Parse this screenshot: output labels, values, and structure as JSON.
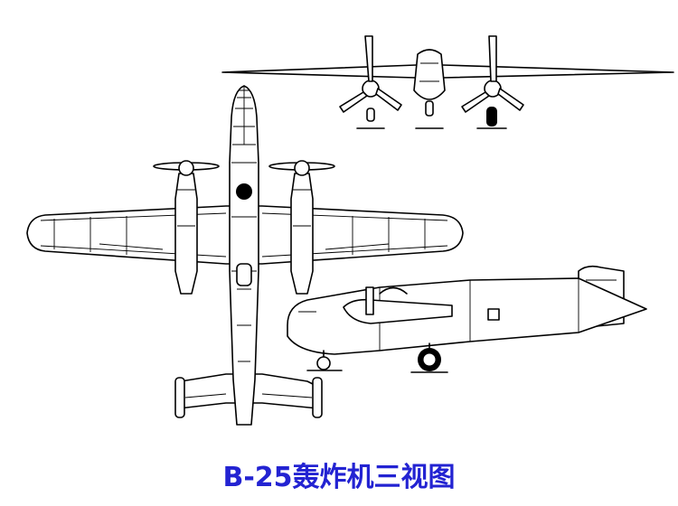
{
  "caption": "B-25轰炸机三视图",
  "colors": {
    "caption": "#2323d2",
    "lines": "#000000",
    "background": "#ffffff"
  },
  "views": [
    "top-view",
    "front-view",
    "side-view"
  ]
}
